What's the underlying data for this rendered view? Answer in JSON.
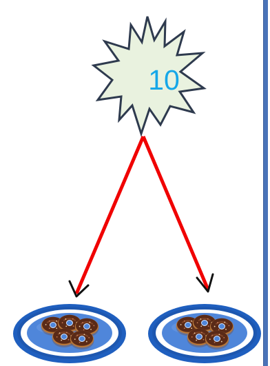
{
  "diagram": {
    "burst_value": "10",
    "burst_fill": "#e9f2df",
    "burst_stroke": "#2e3a4e",
    "arrow_color": "#f00000",
    "text_color": "#16a7e8",
    "plate_outer": "#1f5fbf",
    "plate_rim": "#ffffff",
    "plate_inner": "#4f86da",
    "donut_cake": "#b7773a",
    "donut_icing": "#5a2a17",
    "plates": [
      {
        "label": "left-plate",
        "donuts": 5
      },
      {
        "label": "right-plate",
        "donuts": 5
      }
    ],
    "frame_color": "#4a73b8"
  }
}
